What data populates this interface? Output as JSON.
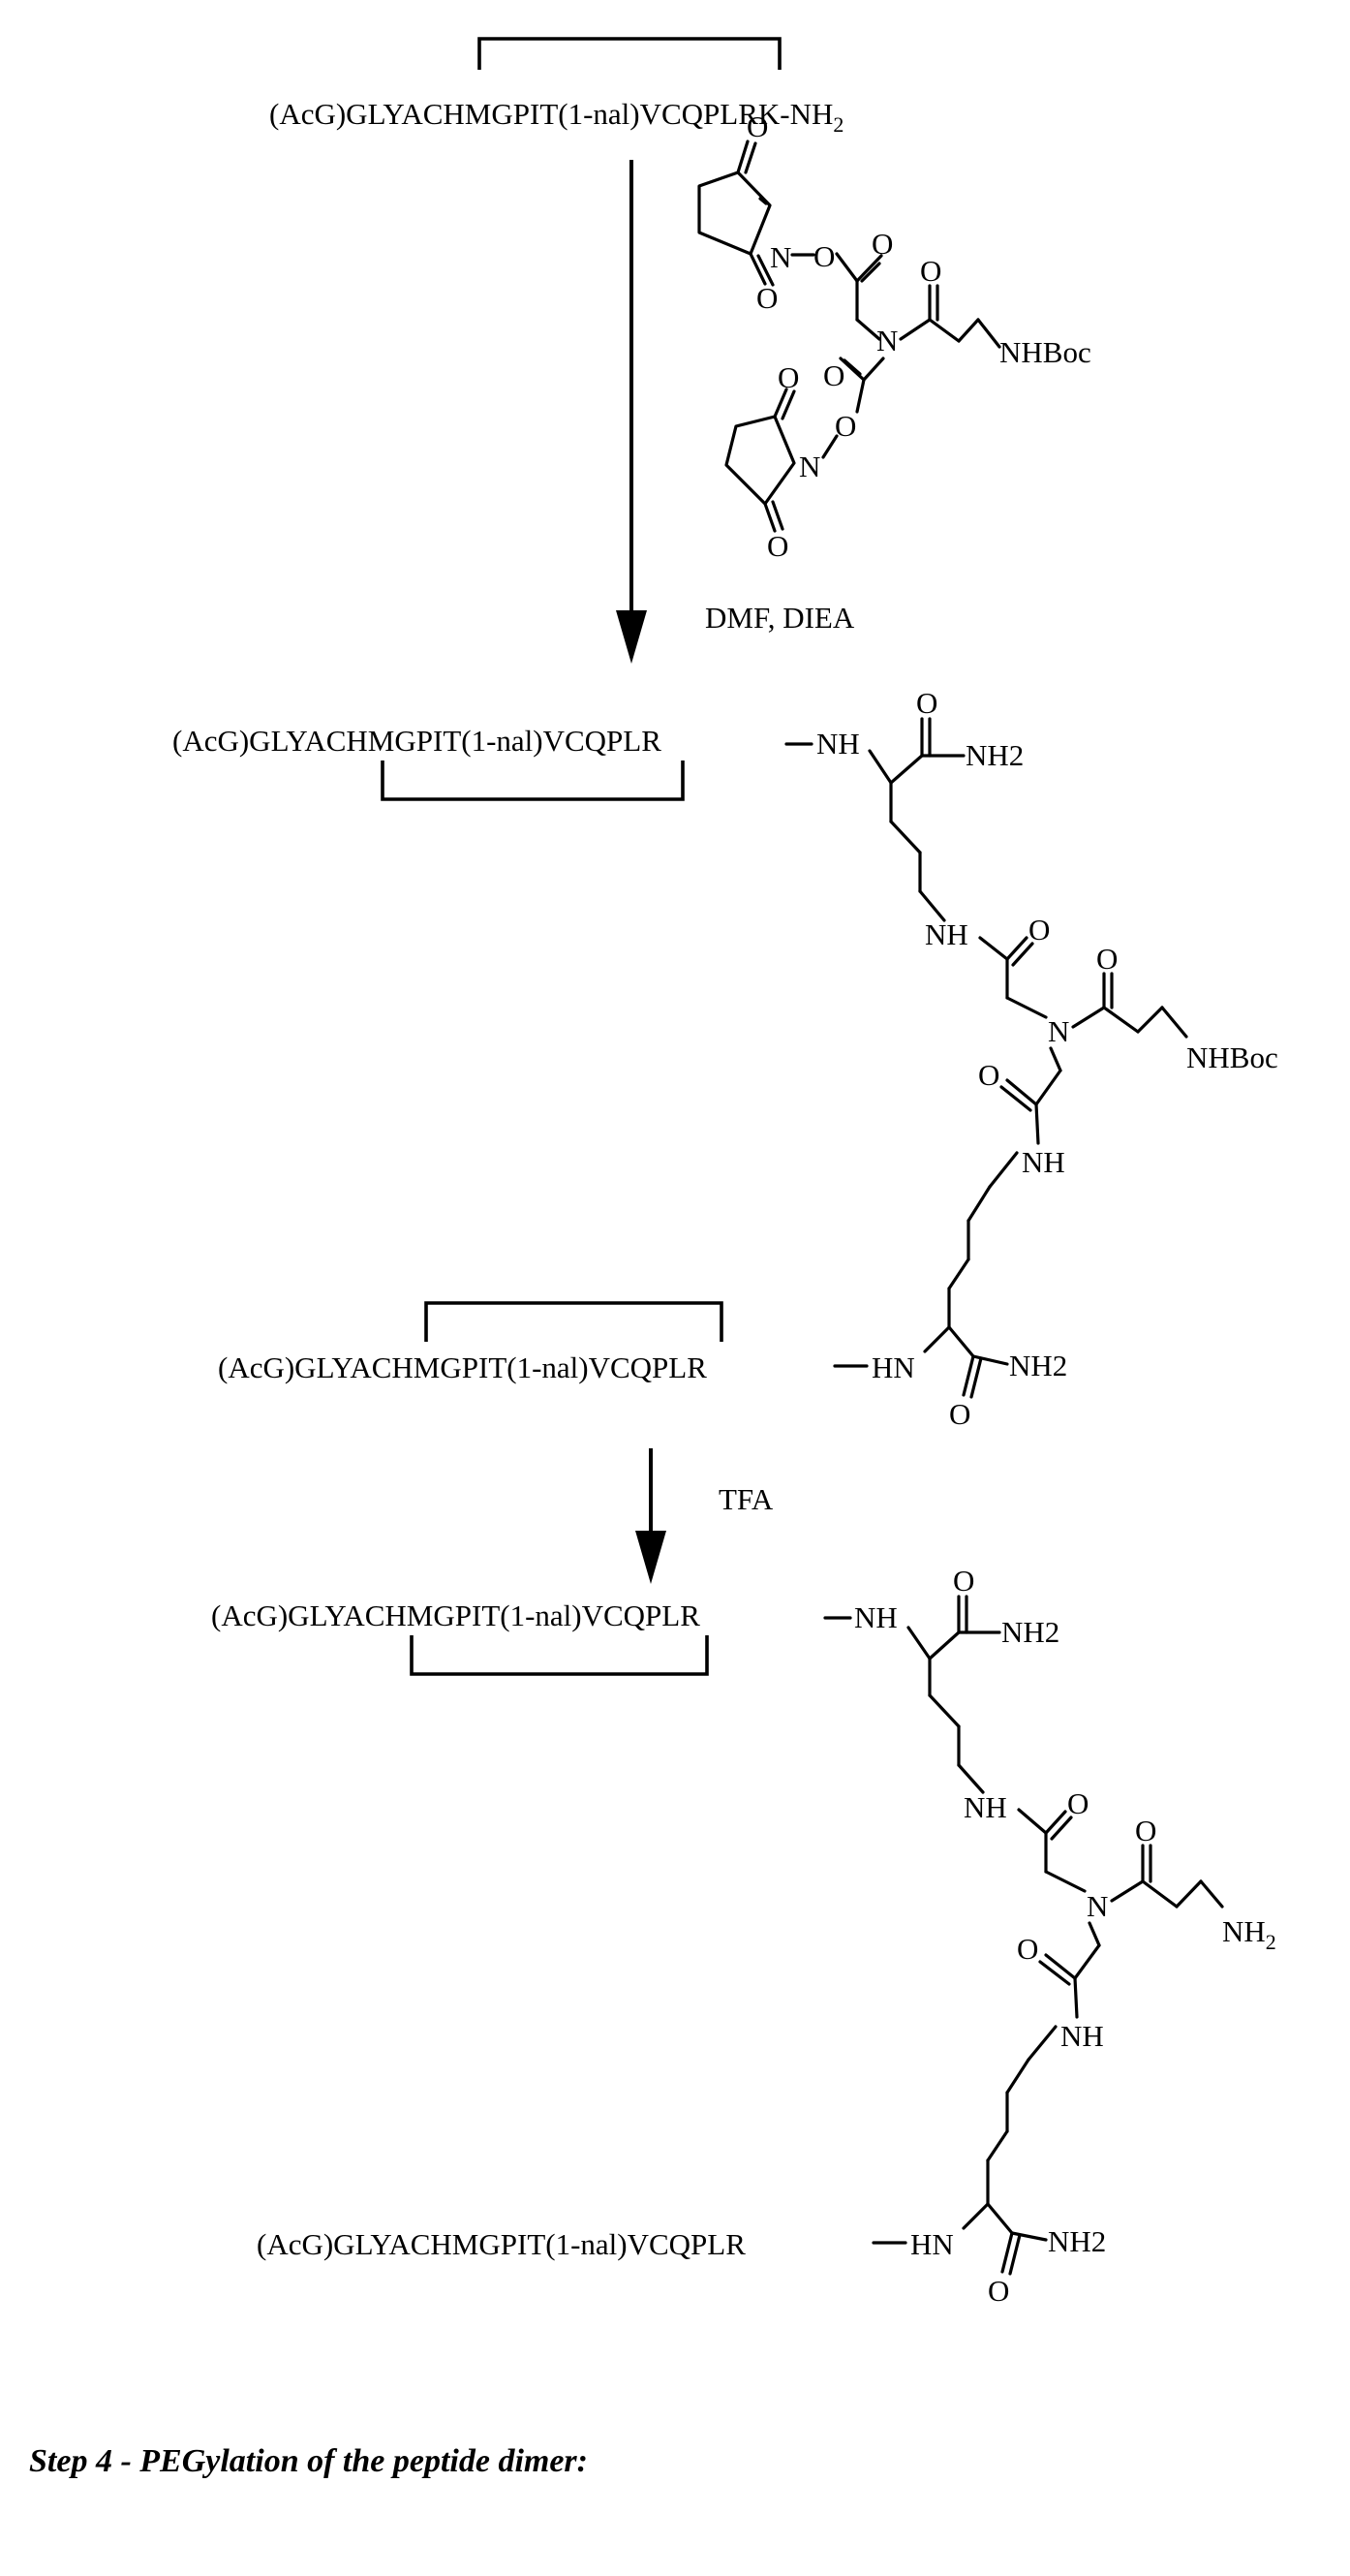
{
  "starting_peptide": {
    "sequence": "(AcG)GLYACHMGPIT(1-nal)VCQPLRK-NH",
    "subscript": "2"
  },
  "reagent": {
    "name": "DMF, DIEA",
    "nh_boc": "NHBoc",
    "n": "N",
    "o": "O"
  },
  "intermediate": {
    "sequence_upper": "(AcG)GLYACHMGPIT(1-nal)VCQPLR",
    "sequence_lower": "(AcG)GLYACHMGPIT(1-nal)VCQPLR",
    "nh": "NH",
    "hn": "HN",
    "nh2": "NH2",
    "n": "N",
    "o": "O",
    "nh_boc": "NHBoc"
  },
  "deprotection": {
    "reagent": "TFA"
  },
  "product": {
    "sequence_upper": "(AcG)GLYACHMGPIT(1-nal)VCQPLR",
    "sequence_lower": "(AcG)GLYACHMGPIT(1-nal)VCQPLR",
    "nh": "NH",
    "hn": "HN",
    "nh2": "NH2",
    "n": "N",
    "o": "O",
    "nh2_sub_base": "NH",
    "nh2_sub": "2"
  },
  "step_heading": "Step 4 - PEGylation of the peptide dimer:"
}
